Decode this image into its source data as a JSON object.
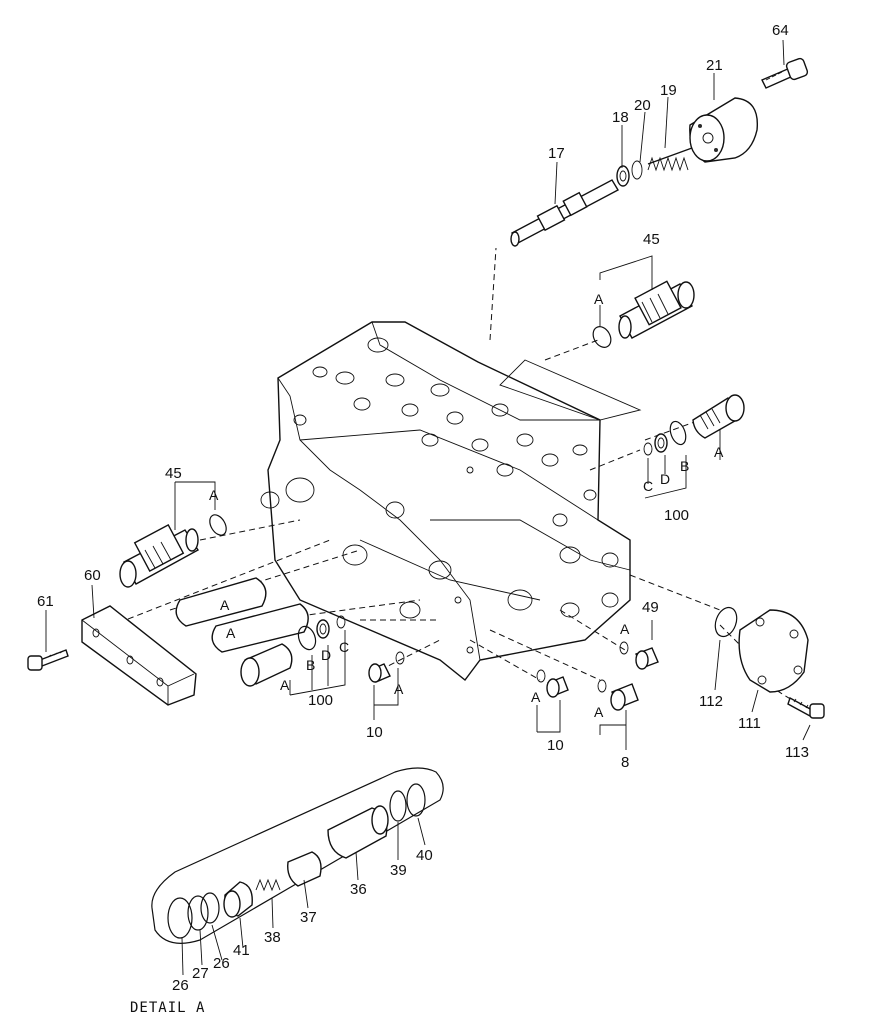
{
  "callouts": {
    "c64": "64",
    "c21": "21",
    "c19": "19",
    "c20": "20",
    "c18": "18",
    "c17": "17",
    "c45_top": "45",
    "c45_left": "45",
    "c60": "60",
    "c61": "61",
    "c100_right": "100",
    "c100_left": "100",
    "c49": "49",
    "c10_mid": "10",
    "c10_right": "10",
    "c8": "8",
    "c112": "112",
    "c111": "111",
    "c113": "113",
    "c26_left": "26",
    "c27": "27",
    "c26_right": "26",
    "c41": "41",
    "c38": "38",
    "c37": "37",
    "c36": "36",
    "c39": "39",
    "c40": "40"
  },
  "letters": {
    "a": "A",
    "b": "B",
    "c": "C",
    "d": "D"
  },
  "detail_caption": "DETAIL A"
}
